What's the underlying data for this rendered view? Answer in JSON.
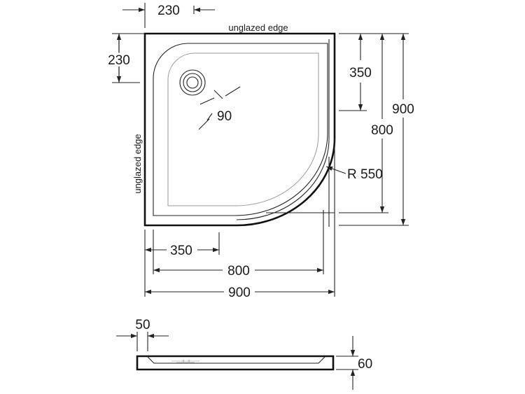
{
  "labels": {
    "unglazed_top": "unglazed edge",
    "unglazed_left": "unglazed edge",
    "radius": "R 550"
  },
  "dimensions": {
    "top_offset": "230",
    "left_offset": "230",
    "waste_diameter": "90",
    "right_350": "350",
    "right_800": "800",
    "right_900": "900",
    "bottom_350": "350",
    "bottom_800": "800",
    "bottom_900": "900",
    "section_width": "50",
    "section_height": "60"
  }
}
